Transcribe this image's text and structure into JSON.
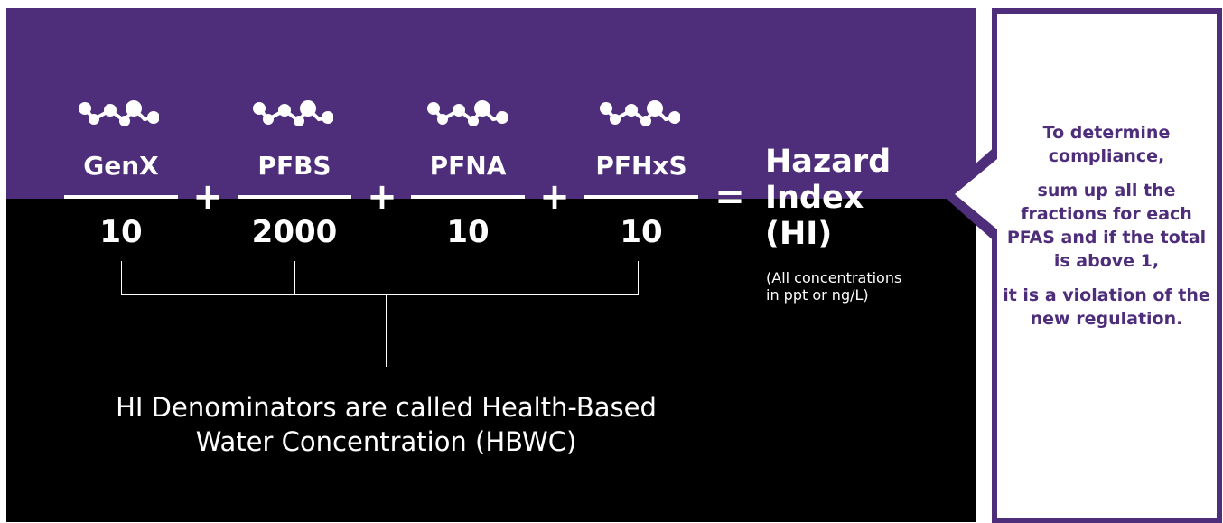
{
  "formula": {
    "terms": [
      {
        "name": "GenX",
        "denominator": "10",
        "icon": "molecule-icon"
      },
      {
        "name": "PFBS",
        "denominator": "2000",
        "icon": "molecule-icon"
      },
      {
        "name": "PFNA",
        "denominator": "10",
        "icon": "molecule-icon"
      },
      {
        "name": "PFHxS",
        "denominator": "10",
        "icon": "molecule-icon"
      }
    ],
    "operators": [
      "+",
      "+",
      "+"
    ],
    "equals": "=",
    "result_lines": [
      "Hazard",
      "Index",
      "(HI)"
    ],
    "note_lines": [
      "(All concentrations",
      "in ppt or ng/L)"
    ]
  },
  "caption_lines": [
    "HI Denominators are called Health-Based",
    "Water Concentration (HBWC)"
  ],
  "callout": {
    "paragraphs": [
      "To determine compliance,",
      "sum up all the fractions for each PFAS and if the total is above 1,",
      "it is a violation of the new regulation."
    ]
  },
  "colors": {
    "purple": "#4e2d7a",
    "black": "#000000",
    "white": "#ffffff"
  }
}
